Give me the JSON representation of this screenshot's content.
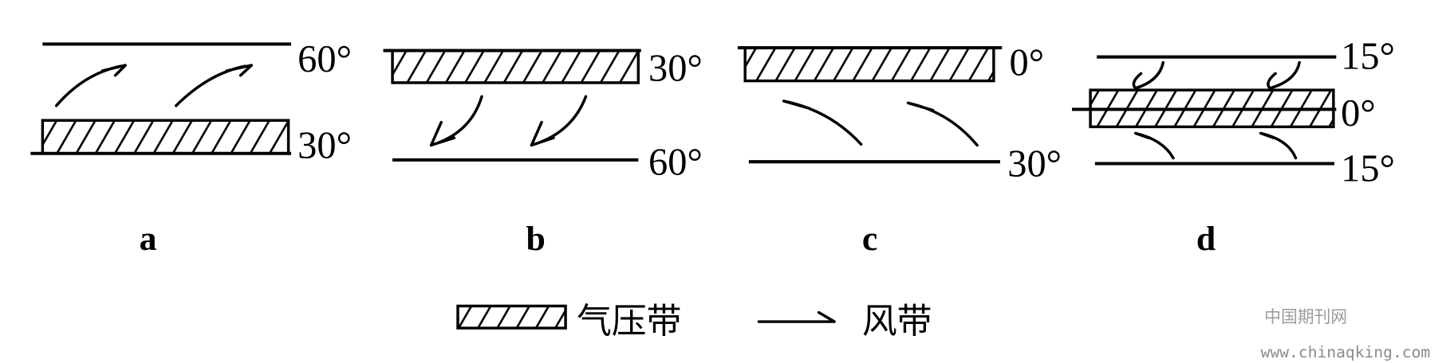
{
  "panels": [
    {
      "label": "a",
      "top_lat": "60°",
      "bottom_lat": "30°"
    },
    {
      "label": "b",
      "top_lat": "30°",
      "bottom_lat": "60°"
    },
    {
      "label": "c",
      "top_lat": "0°",
      "bottom_lat": "30°"
    },
    {
      "label": "d",
      "top_lat": "15°",
      "mid_lat": "0°",
      "bottom_lat": "15°"
    }
  ],
  "legend": {
    "pressure_belt": "气压带",
    "wind_belt": "风带"
  },
  "watermark": {
    "name": "中国期刊网",
    "url": "www.chinaqking.com"
  }
}
